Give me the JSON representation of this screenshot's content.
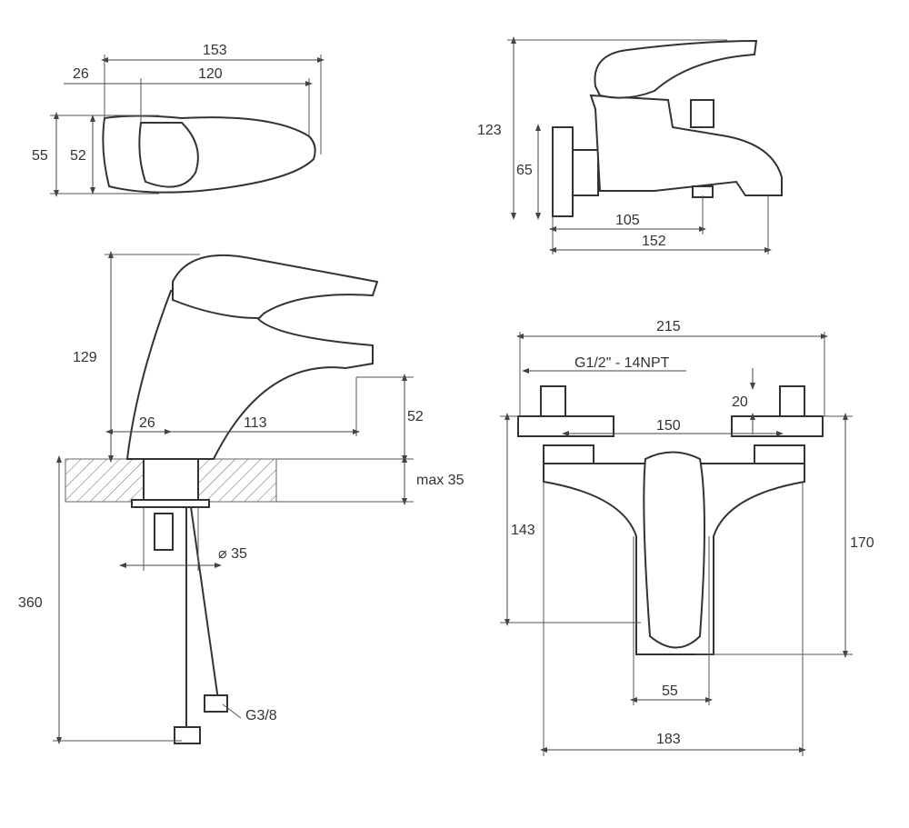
{
  "top_view": {
    "total_length": "153",
    "offset": "26",
    "lever_length": "120",
    "outer_width": "55",
    "inner_width": "52"
  },
  "bath_side_view": {
    "height": "123",
    "outlet_height": "65",
    "inlet_to_diverter": "105",
    "total_length": "152"
  },
  "basin_view": {
    "height": "129",
    "base_offset": "26",
    "spout_reach": "113",
    "spout_height": "52",
    "max_thickness": "max 35",
    "hose_length": "360",
    "hole_diameter": "⌀ 35",
    "hose_thread": "G3/8"
  },
  "bath_front_view": {
    "total_width": "215",
    "thread": "G1/2\" - 14NPT",
    "flange_depth": "20",
    "inlet_spacing": "150",
    "lever_height": "143",
    "total_height": "170",
    "body_width": "55",
    "body_length": "183"
  }
}
